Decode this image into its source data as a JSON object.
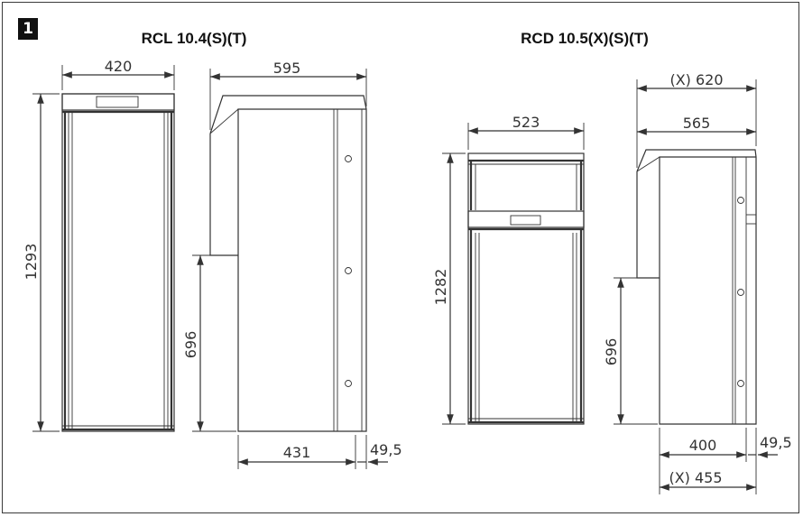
{
  "figure": {
    "number": "1"
  },
  "left_model": {
    "title": "RCL 10.4(S)(T)",
    "front_width": "420",
    "side_depth": "595",
    "height": "1293",
    "lower_height": "696",
    "base_depth": "431",
    "offset": "49,5"
  },
  "right_model": {
    "title": "RCD 10.5(X)(S)(T)",
    "front_width": "523",
    "side_depth_x": "(X) 620",
    "side_depth": "565",
    "height": "1282",
    "lower_height": "696",
    "base_depth": "400",
    "base_depth_x": "(X) 455",
    "offset": "49,5"
  }
}
